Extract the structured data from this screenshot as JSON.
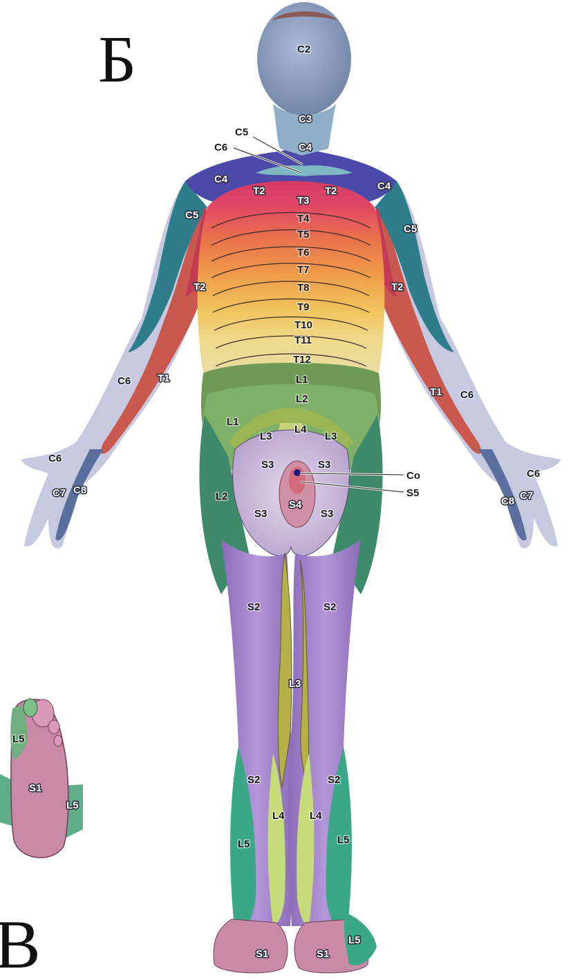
{
  "panel_letters": {
    "b": "Б",
    "v": "В"
  },
  "labels": {
    "c2": "C2",
    "c3": "C3",
    "c4": "C4",
    "c5": "C5",
    "c6": "C6",
    "c7": "C7",
    "c8": "C8",
    "t1": "T1",
    "t2": "T2",
    "t3": "T3",
    "t4": "T4",
    "t5": "T5",
    "t6": "T6",
    "t7": "T7",
    "t8": "T8",
    "t9": "T9",
    "t10": "T10",
    "t11": "T11",
    "t12": "T12",
    "l1": "L1",
    "l2": "L2",
    "l3": "L3",
    "l4": "L4",
    "l5": "L5",
    "s1": "S1",
    "s2": "S2",
    "s3": "S3",
    "s4": "S4",
    "s5": "S5",
    "co": "Co"
  },
  "colors": {
    "head": "#7f93b5",
    "c3": "#8fb0c8",
    "c4": "#4b4aa8",
    "c5": "#2f7d8a",
    "c6": "#c8cbe0",
    "c78": "#5a6f9e",
    "t1": "#c9584e",
    "t2": "#c23a55",
    "l1": "#6e9a56",
    "l2": "#3f8a6a",
    "l3": "#9bb454",
    "l4": "#c6cf7a",
    "l5": "#3aa887",
    "s1": "#c98aa8",
    "s2": "#9a7ac4",
    "s3": "#c4b3d2",
    "co": "#1a1a80"
  }
}
